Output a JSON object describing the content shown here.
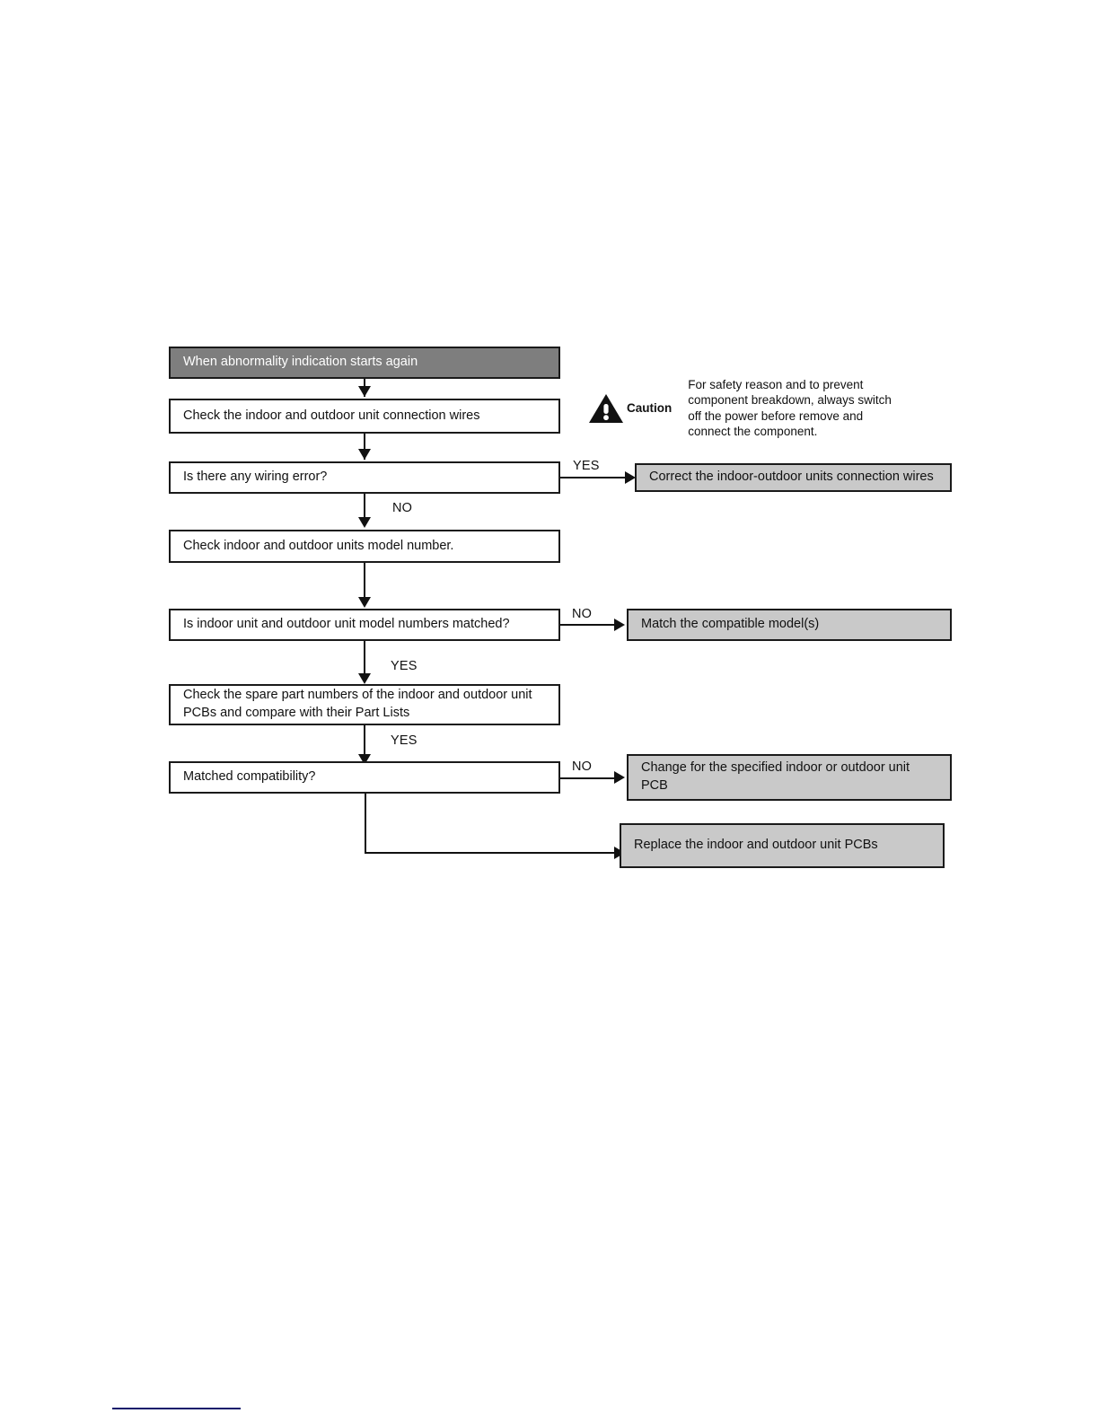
{
  "document": {
    "type": "troubleshooting-flowchart",
    "title": "When abnormality indication starts again"
  },
  "flow": {
    "header": {
      "label": "When abnormality indication starts again"
    },
    "steps": [
      {
        "id": "check-wires",
        "label": "Check the indoor and outdoor unit connection wires"
      },
      {
        "id": "wiring-error",
        "label": "Is there any wiring error?"
      },
      {
        "id": "check-model",
        "label": "Check indoor and outdoor units model number."
      },
      {
        "id": "model-matched",
        "label": "Is indoor unit and outdoor unit model numbers matched?"
      },
      {
        "id": "check-spare-parts",
        "label": "Check the spare part numbers of the indoor and outdoor unit\nPCBs and compare with their Part Lists"
      },
      {
        "id": "matched-compat",
        "label": "Matched compatibility?"
      }
    ],
    "outcomes": [
      {
        "id": "correct-wires",
        "label": "Correct the indoor-outdoor units connection wires"
      },
      {
        "id": "match-models",
        "label": "Match the compatible model(s)"
      },
      {
        "id": "change-pcb",
        "label": "Change for the specified indoor or outdoor unit\nPCB"
      },
      {
        "id": "replace-pcbs",
        "label": "Replace the indoor and outdoor unit PCBs"
      }
    ],
    "branch_labels": {
      "wiring_error_yes": "YES",
      "wiring_error_no": "NO",
      "model_matched_no": "NO",
      "model_matched_yes": "YES",
      "spare_parts_yes": "YES",
      "matched_compat_no": "NO"
    }
  },
  "caution": {
    "icon": "warning-triangle-icon",
    "word": "Caution",
    "text": "For safety reason and to prevent\ncomponent breakdown, always switch\noff the power before remove and\nconnect the component."
  },
  "colors": {
    "header_fill": "#7e7e7e",
    "outcome_fill": "#c9c9c9",
    "line": "#111111",
    "footer_rule": "#0e1a6b"
  }
}
